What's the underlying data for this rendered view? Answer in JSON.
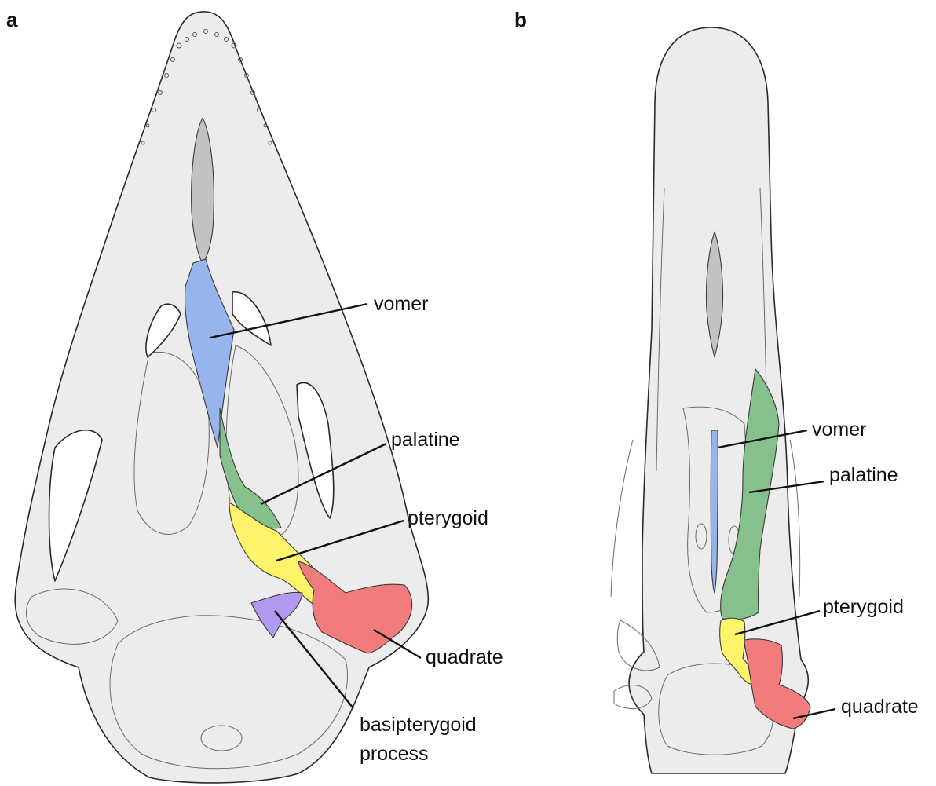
{
  "panels": {
    "a": {
      "letter": "a"
    },
    "b": {
      "letter": "b"
    }
  },
  "labels": {
    "a": {
      "vomer": "vomer",
      "palatine": "palatine",
      "pterygoid": "pterygoid",
      "quadrate": "quadrate",
      "basipterygoid_line1": "basipterygoid",
      "basipterygoid_line2": "process"
    },
    "b": {
      "vomer": "vomer",
      "palatine": "palatine",
      "pterygoid": "pterygoid",
      "quadrate": "quadrate"
    }
  },
  "colors": {
    "skull_fill": "#ececec",
    "skull_shade": "#d9d9d9",
    "skull_dark": "#c2c2c2",
    "vomer": "#98b4ec",
    "palatine": "#86c08c",
    "pterygoid": "#fdf46a",
    "quadrate": "#f27c7c",
    "basipterygoid_process": "#b497ef"
  }
}
